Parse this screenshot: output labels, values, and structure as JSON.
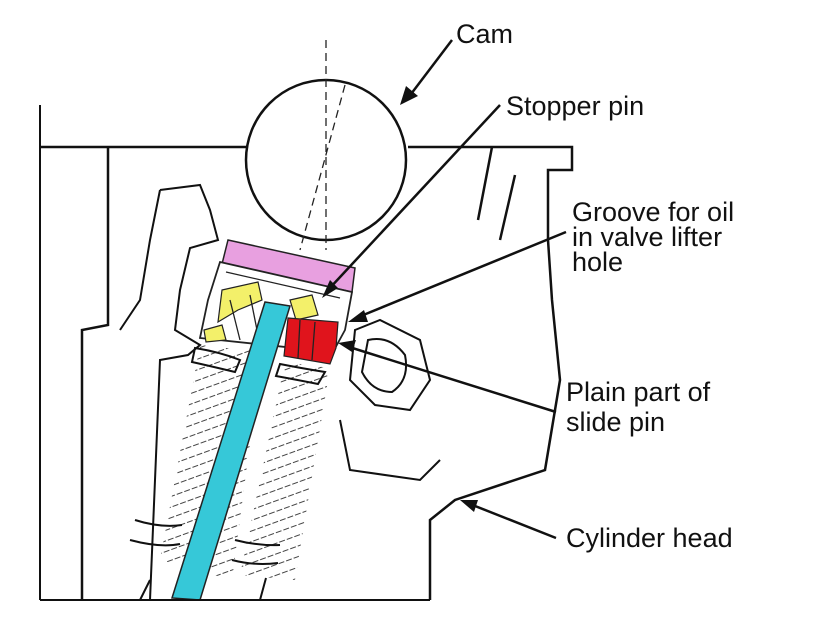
{
  "labels": {
    "cam": "Cam",
    "stopper_pin": "Stopper pin",
    "groove_line1": "Groove for oil",
    "groove_line2": "in valve lifter",
    "groove_line3": "hole",
    "plain_line1": "Plain part of",
    "plain_line2": "slide pin",
    "cylinder_head": "Cylinder head"
  },
  "colors": {
    "cam_shim": "#e8a0e0",
    "lifter_body": "#f3f06a",
    "slide_pin": "#e0141c",
    "valve_stem": "#36c8d8",
    "ink": "#111111"
  }
}
